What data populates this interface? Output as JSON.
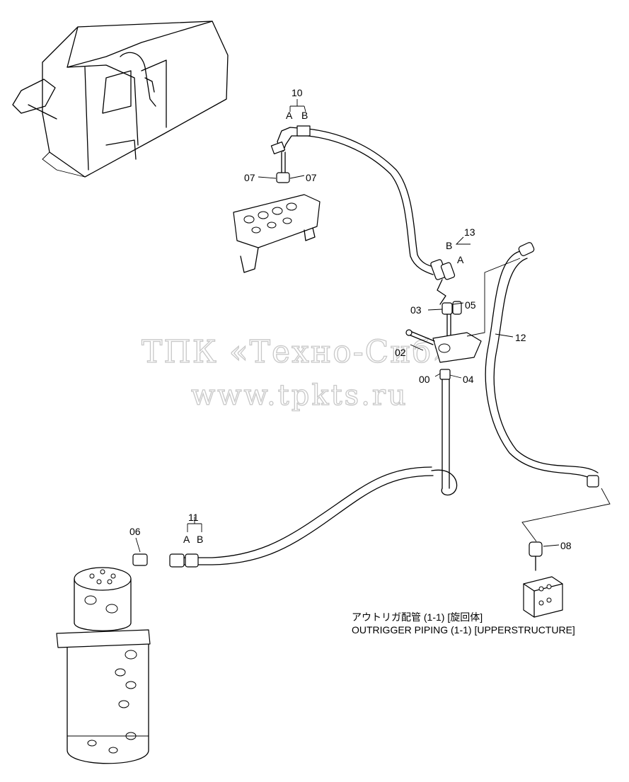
{
  "watermark": {
    "line1": "ТПК «Техно-Сиб»",
    "line2": "www.tpkts.ru"
  },
  "callouts": {
    "p10": "10",
    "p10a": "A",
    "p10b": "B",
    "p07left": "07",
    "p07right": "07",
    "p13": "13",
    "p13b": "B",
    "p13a": "A",
    "p05": "05",
    "p03": "03",
    "p12": "12",
    "p02": "02",
    "p00": "00",
    "p04": "04",
    "p11": "11",
    "p11a": "A",
    "p11b": "B",
    "p06": "06",
    "p08": "08"
  },
  "caption": {
    "japanese": "アウトリガ配管 (1-1) [旋回体]",
    "english": "OUTRIGGER PIPING (1-1) [UPPERSTRUCTURE]"
  }
}
